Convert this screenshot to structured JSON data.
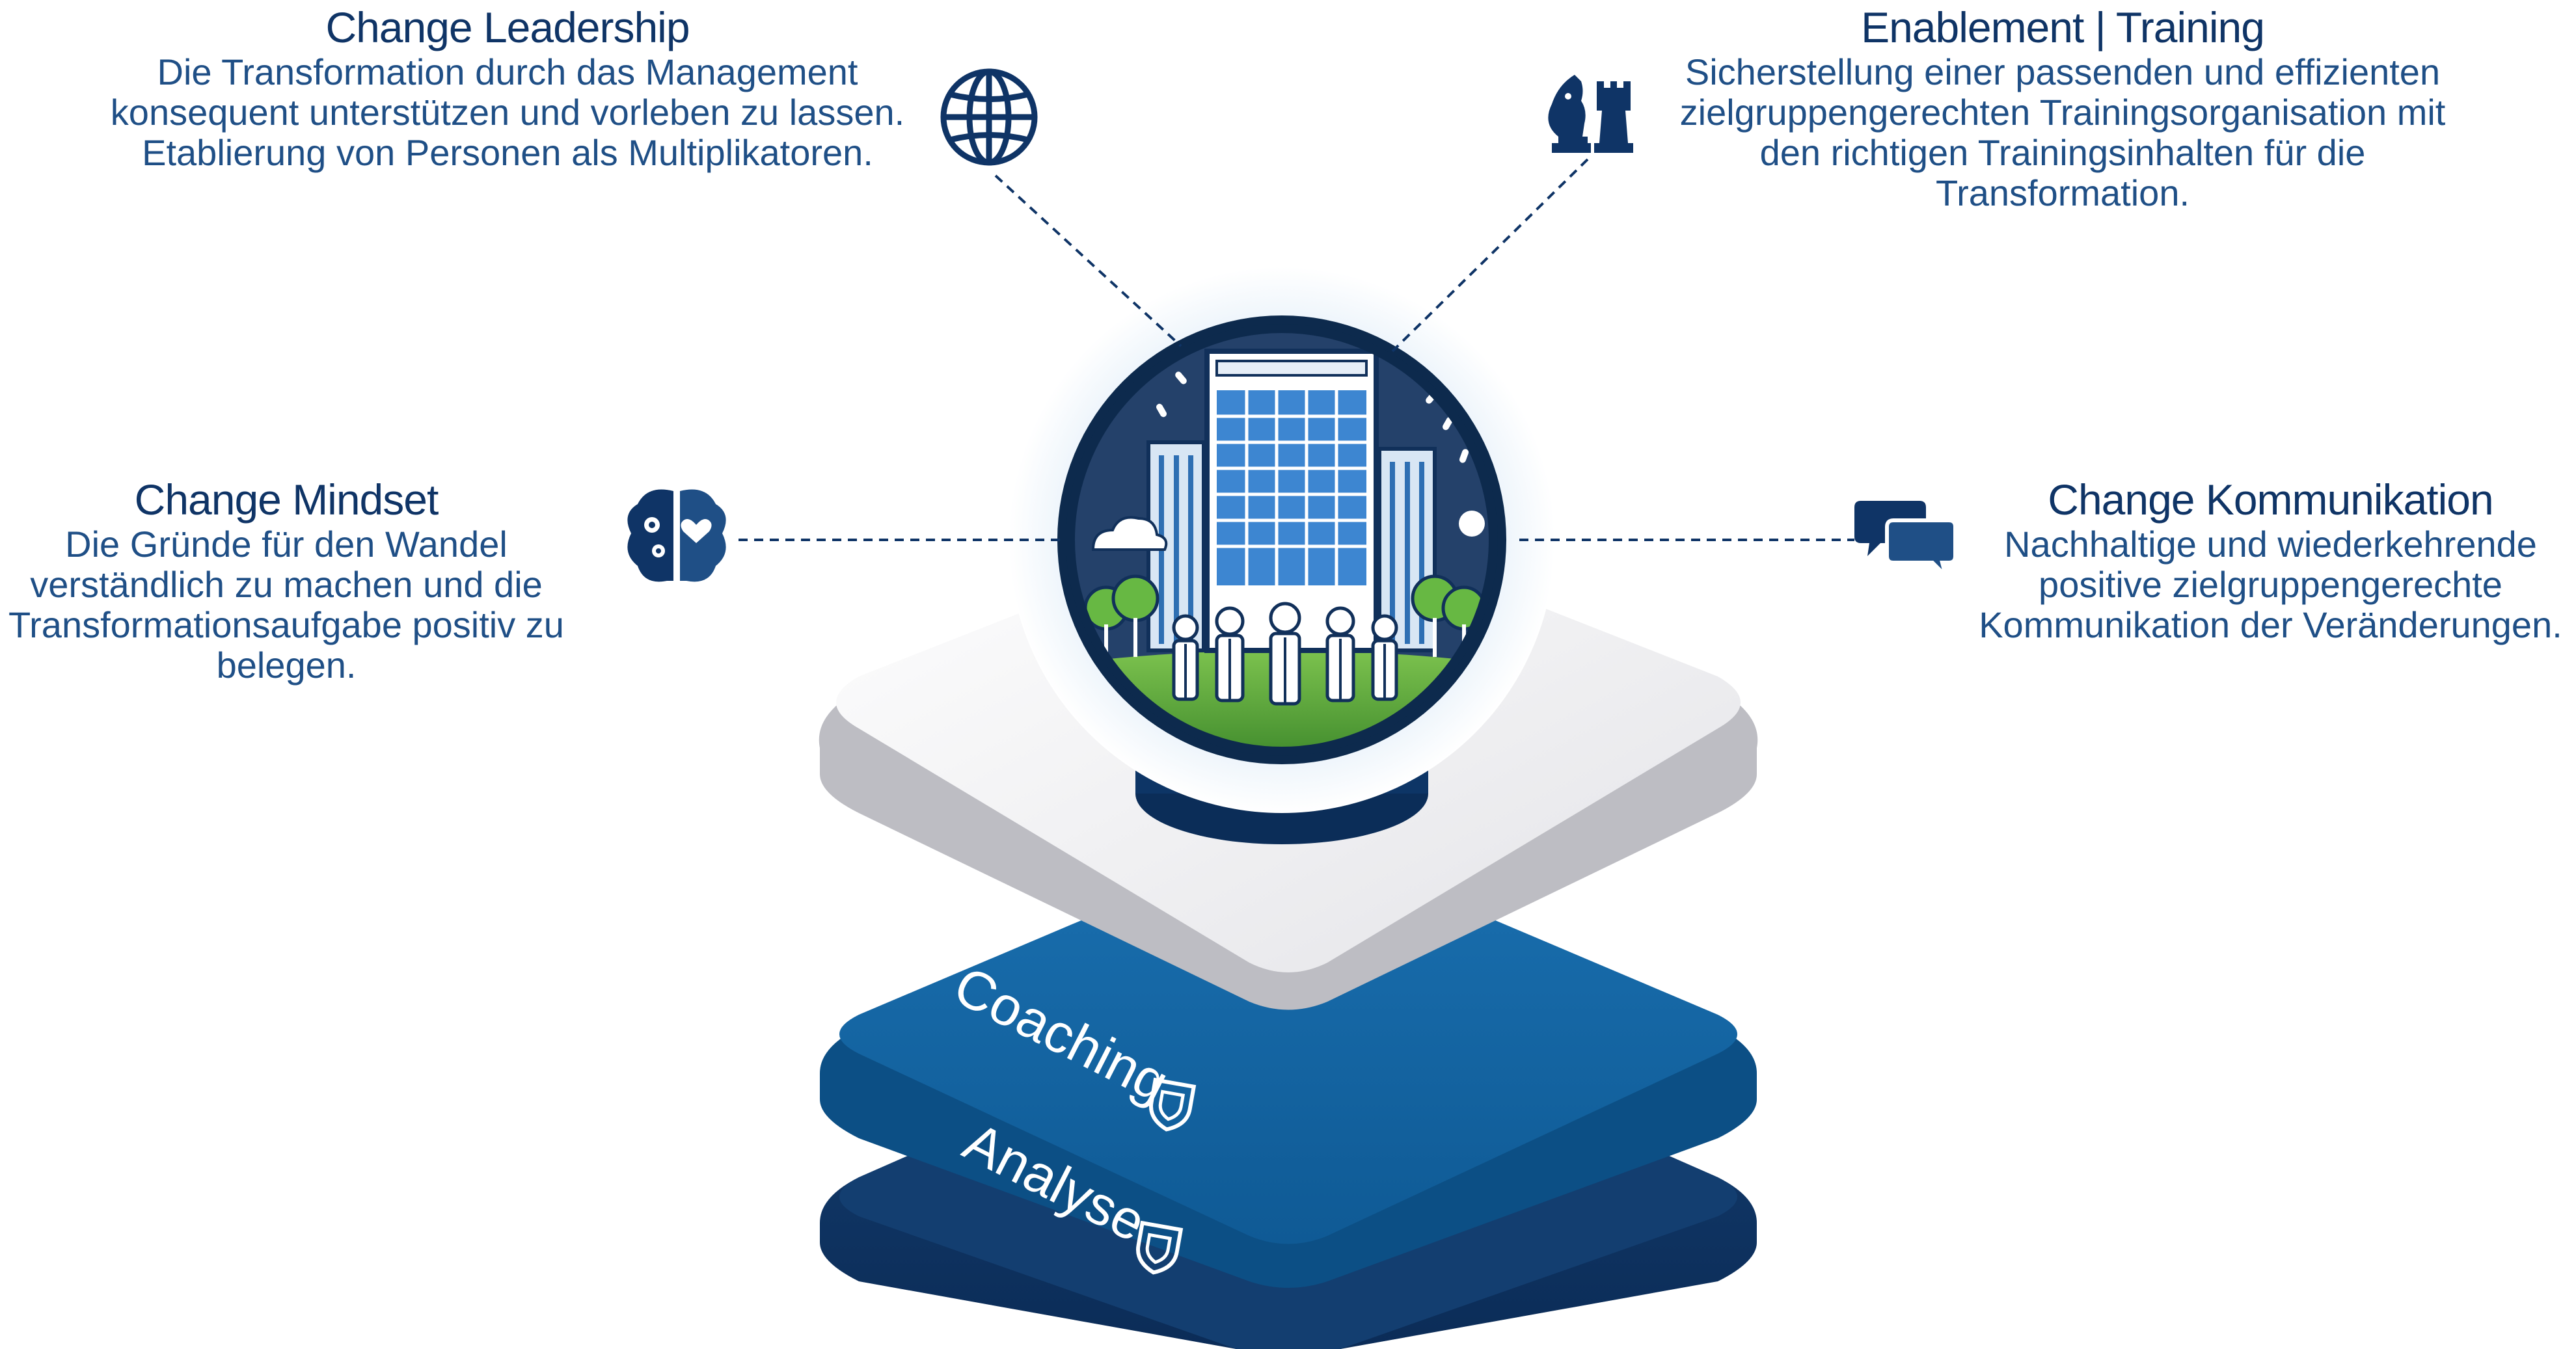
{
  "blocks": {
    "leadership": {
      "title": "Change Leadership",
      "body": "Die Transformation durch das Management konsequent unterstützen und vorleben zu lassen. Etablierung von Personen als Multiplikatoren.",
      "icon": "globe-icon"
    },
    "training": {
      "title": "Enablement | Training",
      "body": "Sicherstellung einer passenden und effizienten zielgruppengerechten Trainingsorganisation mit den richtigen Trainingsinhalten für die Transformation.",
      "icon": "chess-pieces-icon"
    },
    "mindset": {
      "title": "Change Mindset",
      "body": "Die Gründe für den Wandel verständlich zu machen und die Transformationsaufgabe positiv zu belegen.",
      "icon": "brain-icon"
    },
    "kommunikation": {
      "title": "Change Kommunikation",
      "body": "Nachhaltige und wiederkehrende positive zielgruppengerechte Kommunikation der Veränderungen.",
      "icon": "chat-bubbles-icon"
    }
  },
  "layers": {
    "middle": {
      "label": "Coaching",
      "color": "#1466a3"
    },
    "bottom": {
      "label": "Analyse",
      "color": "#0d3566"
    },
    "top_color": "#eaeaed"
  },
  "colors": {
    "navy": "#0f3466",
    "text": "#1f4f86",
    "accent_green": "#5cae3e"
  }
}
